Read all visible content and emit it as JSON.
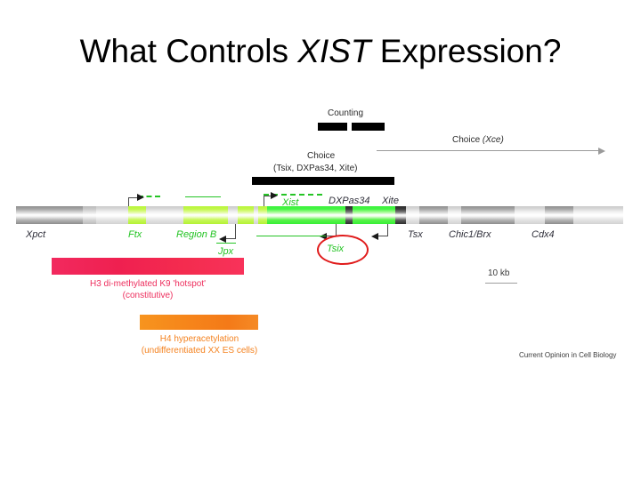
{
  "slide": {
    "title_prefix": "What Controls ",
    "title_italic": "XIST",
    "title_suffix": " Expression?"
  },
  "figure": {
    "counting": {
      "label": "Counting"
    },
    "choice_region": {
      "line1": "Choice",
      "line2": "(Tsix, DXPas34, Xite)"
    },
    "xce": {
      "label_prefix": "Choice ",
      "label_italic": "(Xce)"
    },
    "top_labels": [
      {
        "name": "xist",
        "text": "Xist",
        "color": "#22c322"
      },
      {
        "name": "dxpas34",
        "text": "DXPas34",
        "color": "#2f2f3a"
      },
      {
        "name": "xite",
        "text": "Xite",
        "color": "#2f2f3a"
      }
    ],
    "bottom_labels": [
      {
        "name": "xpct",
        "text": "Xpct",
        "color": "#2f2f3a"
      },
      {
        "name": "ftx",
        "text": "Ftx",
        "color": "#22c322"
      },
      {
        "name": "region-b",
        "text": "Region B",
        "color": "#22c322"
      },
      {
        "name": "jpx",
        "text": "Jpx",
        "color": "#22c322"
      },
      {
        "name": "tsix",
        "text": "Tsix",
        "color": "#22c322"
      },
      {
        "name": "tsx",
        "text": "Tsx",
        "color": "#2f2f3a"
      },
      {
        "name": "chic1-brx",
        "text": "Chic1/Brx",
        "color": "#2f2f3a"
      },
      {
        "name": "cdx4",
        "text": "Cdx4",
        "color": "#2f2f3a"
      }
    ],
    "domains": [
      {
        "name": "h3-k9-hotspot",
        "line1": "H3 di-methylated K9 'hotspot'",
        "line2": "(constitutive)",
        "color": "#ed2e5d"
      },
      {
        "name": "h4-hyperacetylation",
        "line1": "H4 hyperacetylation",
        "line2": "(undifferentiated XX ES cells)",
        "color": "#f4821f"
      }
    ],
    "scale": {
      "label": "10 kb"
    },
    "credit": "Current Opinion in Cell Biology"
  }
}
